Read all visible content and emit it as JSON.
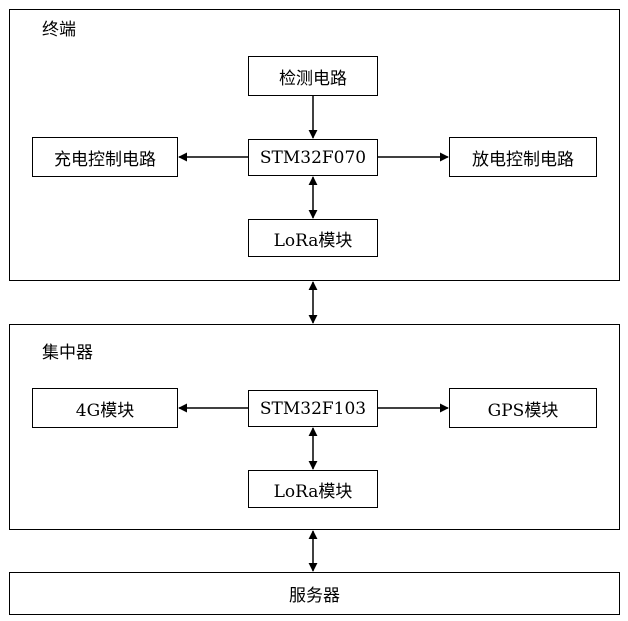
{
  "terminal": {
    "title": "终端",
    "detect_circuit": "检测电路",
    "mcu": "STM32F070",
    "charge_circuit": "充电控制电路",
    "discharge_circuit": "放电控制电路",
    "lora": "LoRa模块"
  },
  "concentrator": {
    "title": "集中器",
    "mcu": "STM32F103",
    "module_4g": "4G模块",
    "gps": "GPS模块",
    "lora": "LoRa模块"
  },
  "server": {
    "label": "服务器"
  },
  "colors": {
    "line": "#000000",
    "background": "#ffffff"
  }
}
